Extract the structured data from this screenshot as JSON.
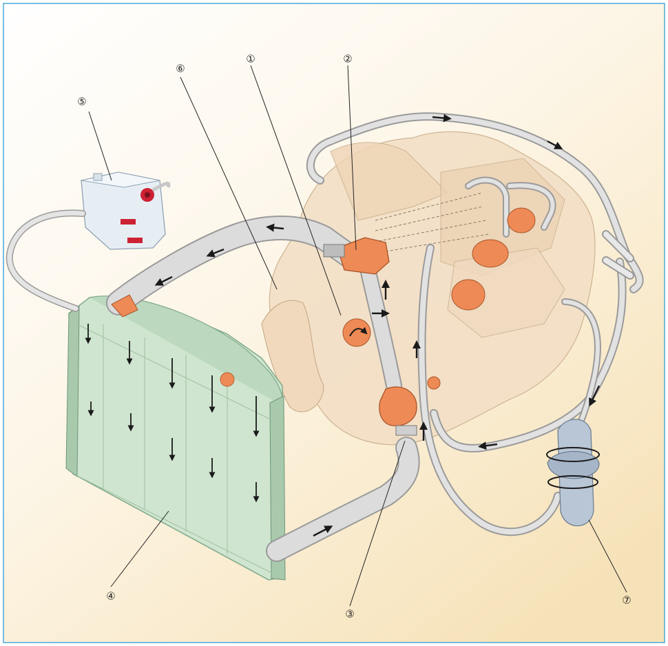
{
  "diagram": {
    "colors": {
      "frame": "#4aa8d8",
      "background_top": "#ffffff",
      "background_bottom": "#f6e6bf",
      "engine": "#f3dfc6",
      "hose": "#dcdcdc",
      "coolant_part": "#ee8a55",
      "radiator_core": "#cfe5cf",
      "radiator_frame": "#7fa98a",
      "heater": "#b9c6d6",
      "reservoir": "#e6eef4",
      "cap": "#cc2233",
      "arrow": "#1a1a1a"
    },
    "callouts": [
      {
        "id": "callout-1",
        "label": "①"
      },
      {
        "id": "callout-2",
        "label": "②"
      },
      {
        "id": "callout-3",
        "label": "③"
      },
      {
        "id": "callout-4",
        "label": "④"
      },
      {
        "id": "callout-5",
        "label": "⑤"
      },
      {
        "id": "callout-6",
        "label": "⑥"
      },
      {
        "id": "callout-7",
        "label": "⑦"
      }
    ]
  }
}
